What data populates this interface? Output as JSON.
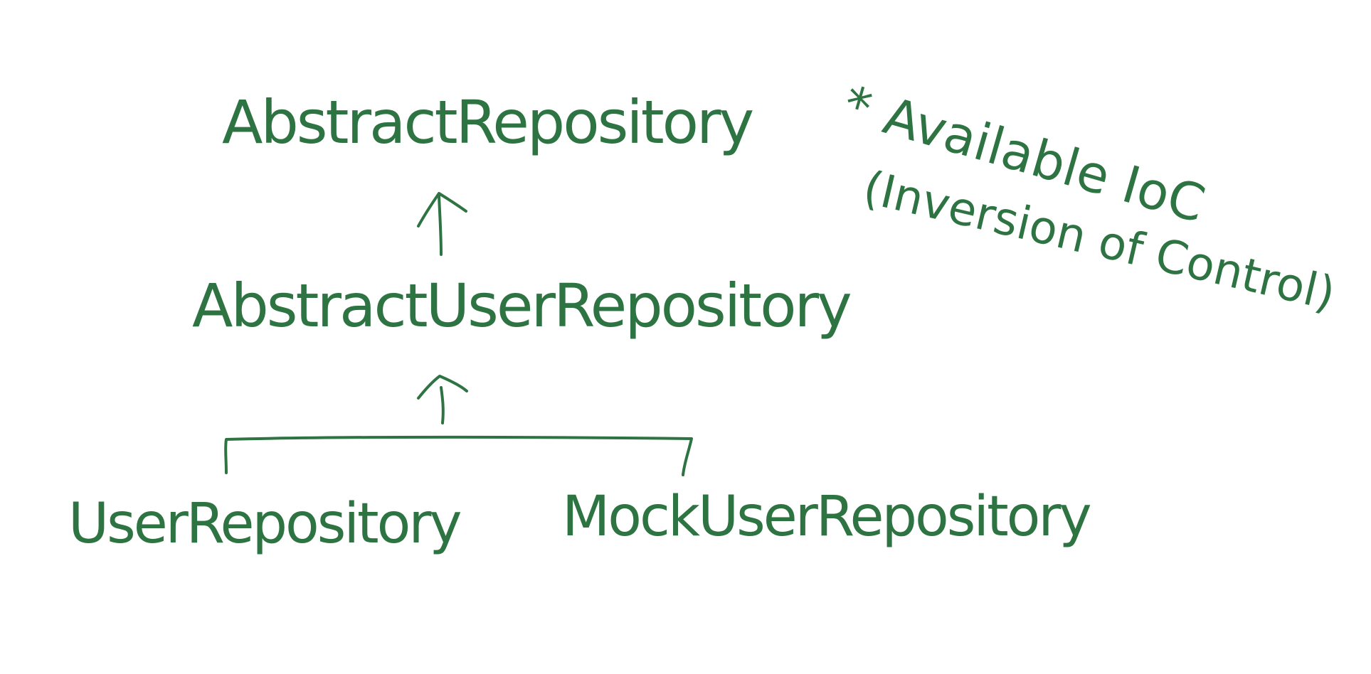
{
  "ink_color": "#2e7443",
  "nodes": {
    "abstract_repository": "AbstractRepository",
    "abstract_user_repository": "AbstractUserRepository",
    "user_repository": "UserRepository",
    "mock_user_repository": "MockUserRepository"
  },
  "note": {
    "line1": "* Available IoC",
    "line2": "(Inversion of Control)"
  }
}
